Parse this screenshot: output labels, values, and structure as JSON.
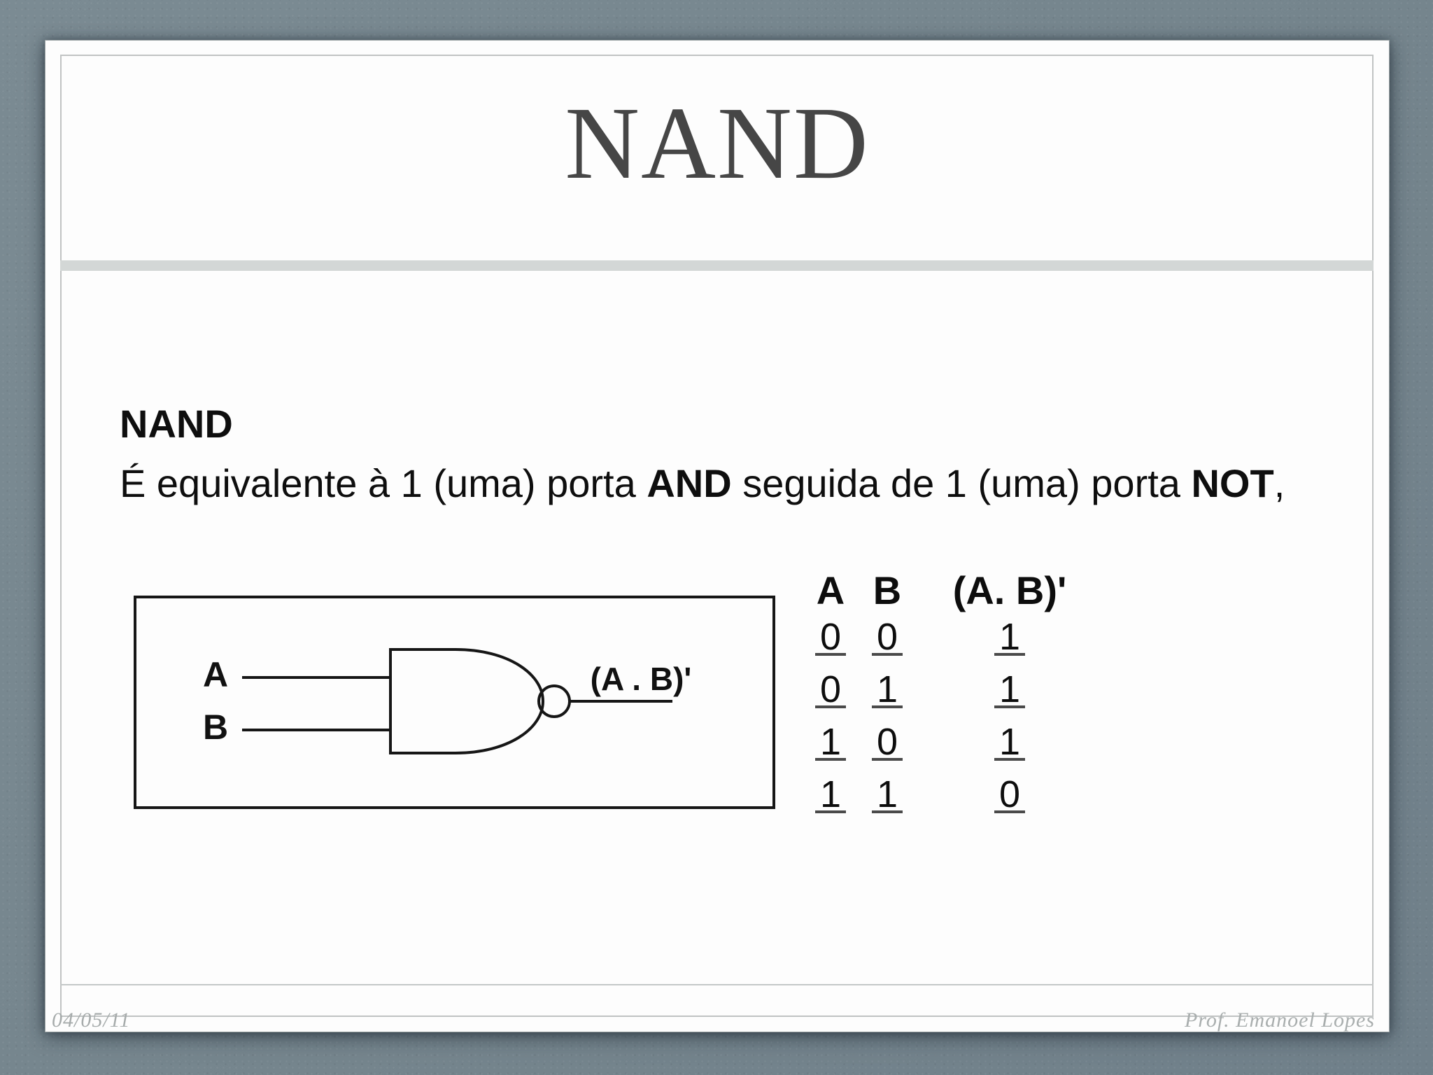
{
  "slide": {
    "title": "NAND",
    "body": {
      "heading": "NAND",
      "sentence": {
        "part1": "É equivalente à 1 (uma) porta ",
        "bold1": "AND",
        "part2": " seguida de 1 (uma) porta ",
        "bold2": "NOT",
        "part3": ","
      }
    },
    "diagram": {
      "input_a": "A",
      "input_b": "B",
      "output": "(A . B)'"
    },
    "truth_table": {
      "headers": [
        "A",
        "B",
        "(A. B)'"
      ],
      "rows": [
        [
          "0",
          "0",
          "1"
        ],
        [
          "0",
          "1",
          "1"
        ],
        [
          "1",
          "0",
          "1"
        ],
        [
          "1",
          "1",
          "0"
        ]
      ]
    },
    "footer": {
      "date": "04/05/11",
      "author": "Prof. Emanoel Lopes"
    }
  },
  "colors": {
    "background": "#77878f",
    "slide": "#fdfdfd",
    "title_text": "#464646",
    "body_text": "#0e0e0e",
    "divider_bar": "#d3d7d6",
    "frame_line": "#c0c3c3",
    "footer_text": "#a6abab",
    "diagram_ink": "#161616"
  },
  "chart_data": {
    "type": "table",
    "title": "NAND truth table",
    "columns": [
      "A",
      "B",
      "(A. B)'"
    ],
    "rows": [
      [
        0,
        0,
        1
      ],
      [
        0,
        1,
        1
      ],
      [
        1,
        0,
        1
      ],
      [
        1,
        1,
        0
      ]
    ]
  }
}
